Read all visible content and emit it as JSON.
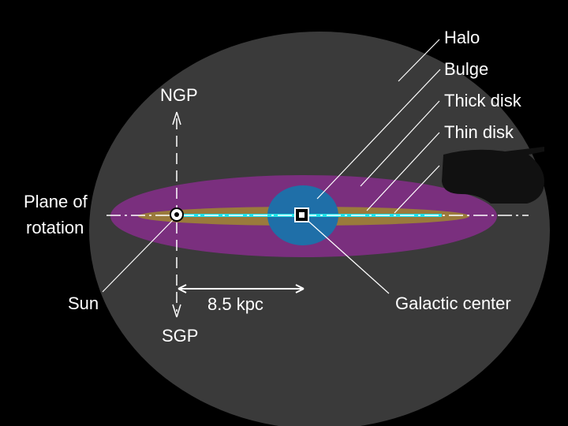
{
  "labels": {
    "halo": "Halo",
    "bulge": "Bulge",
    "thick_disk": "Thick disk",
    "thin_disk": "Thin disk",
    "ngp": "NGP",
    "sgp": "SGP",
    "plane_line1": "Plane of",
    "plane_line2": "rotation",
    "sun": "Sun",
    "distance": "8.5 kpc",
    "galactic_center": "Galactic center"
  },
  "colors": {
    "background": "#000000",
    "halo": "#3a3a3a",
    "thick_disk": "#7a2f7e",
    "thin_disk": "#9a7a3c",
    "bulge": "#1f6fa8",
    "plane_highlight": "#1fe0e8",
    "text": "#ffffff"
  }
}
